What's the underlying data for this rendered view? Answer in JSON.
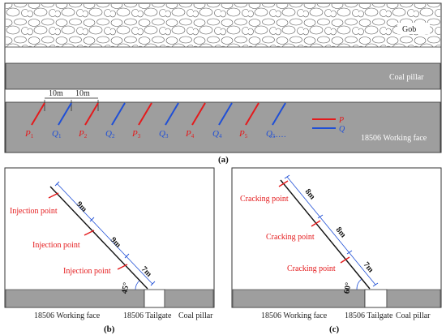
{
  "panel_a": {
    "gob_label": "Gob",
    "pillar_label": "Coal pillar",
    "working_face_label": "18506 Working face",
    "spacing_labels": [
      "10m",
      "10m"
    ],
    "holes": [
      {
        "main": "P",
        "sub": "1",
        "color": "#e41a1c"
      },
      {
        "main": "Q",
        "sub": "1",
        "color": "#1f4fd6"
      },
      {
        "main": "P",
        "sub": "2",
        "color": "#e41a1c"
      },
      {
        "main": "Q",
        "sub": "2",
        "color": "#1f4fd6"
      },
      {
        "main": "P",
        "sub": "3",
        "color": "#e41a1c"
      },
      {
        "main": "Q",
        "sub": "3",
        "color": "#1f4fd6"
      },
      {
        "main": "P",
        "sub": "4",
        "color": "#e41a1c"
      },
      {
        "main": "Q",
        "sub": "4",
        "color": "#1f4fd6"
      },
      {
        "main": "P",
        "sub": "5",
        "color": "#e41a1c"
      },
      {
        "main": "Q",
        "sub": "5",
        "color": "#1f4fd6"
      }
    ],
    "ellipsis": "……",
    "legend": [
      {
        "label": "P",
        "color": "#e41a1c"
      },
      {
        "label": "Q",
        "color": "#1f4fd6"
      }
    ],
    "caption": "(a)"
  },
  "panel_b": {
    "points": [
      "Injection point",
      "Injection point",
      "Injection point"
    ],
    "segments": [
      "9m",
      "9m",
      "7m"
    ],
    "angle": "45°",
    "bottom_labels": [
      "18506 Working face",
      "18506 Tailgate",
      "Coal pillar"
    ],
    "caption": "(b)"
  },
  "panel_c": {
    "points": [
      "Cracking point",
      "Cracking point",
      "Cracking point"
    ],
    "segments": [
      "8m",
      "8m",
      "7m"
    ],
    "angle": "60°",
    "bottom_labels": [
      "18506 Working face",
      "18506 Tailgate",
      "Coal pillar"
    ],
    "caption": "(c)"
  },
  "colors": {
    "red": "#e41a1c",
    "blue": "#1f4fd6",
    "gray": "#9e9e9e"
  }
}
